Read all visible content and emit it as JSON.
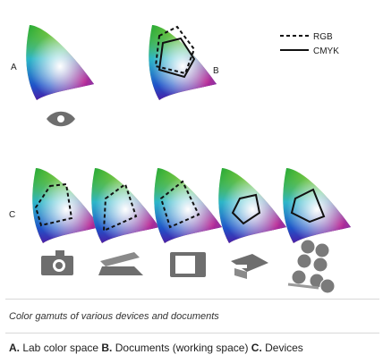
{
  "figure": {
    "label_a": "A",
    "label_b": "B",
    "label_c": "C",
    "legend": {
      "rgb_label": "RGB",
      "cmyk_label": "CMYK"
    },
    "icons": [
      "eye-icon",
      "camera-icon",
      "scanner-icon",
      "monitor-icon",
      "printer-icon",
      "press-rollers-icon"
    ],
    "colors": {
      "icon_gray": "#6e6e6e",
      "outline": "#111111",
      "rule": "#d8d8d8"
    }
  },
  "caption": {
    "italic": "Color gamuts of various devices and documents",
    "a_key": "A.",
    "a_text": " Lab color space ",
    "b_key": "B.",
    "b_text": " Documents (working space) ",
    "c_key": "C.",
    "c_text": " Devices"
  }
}
